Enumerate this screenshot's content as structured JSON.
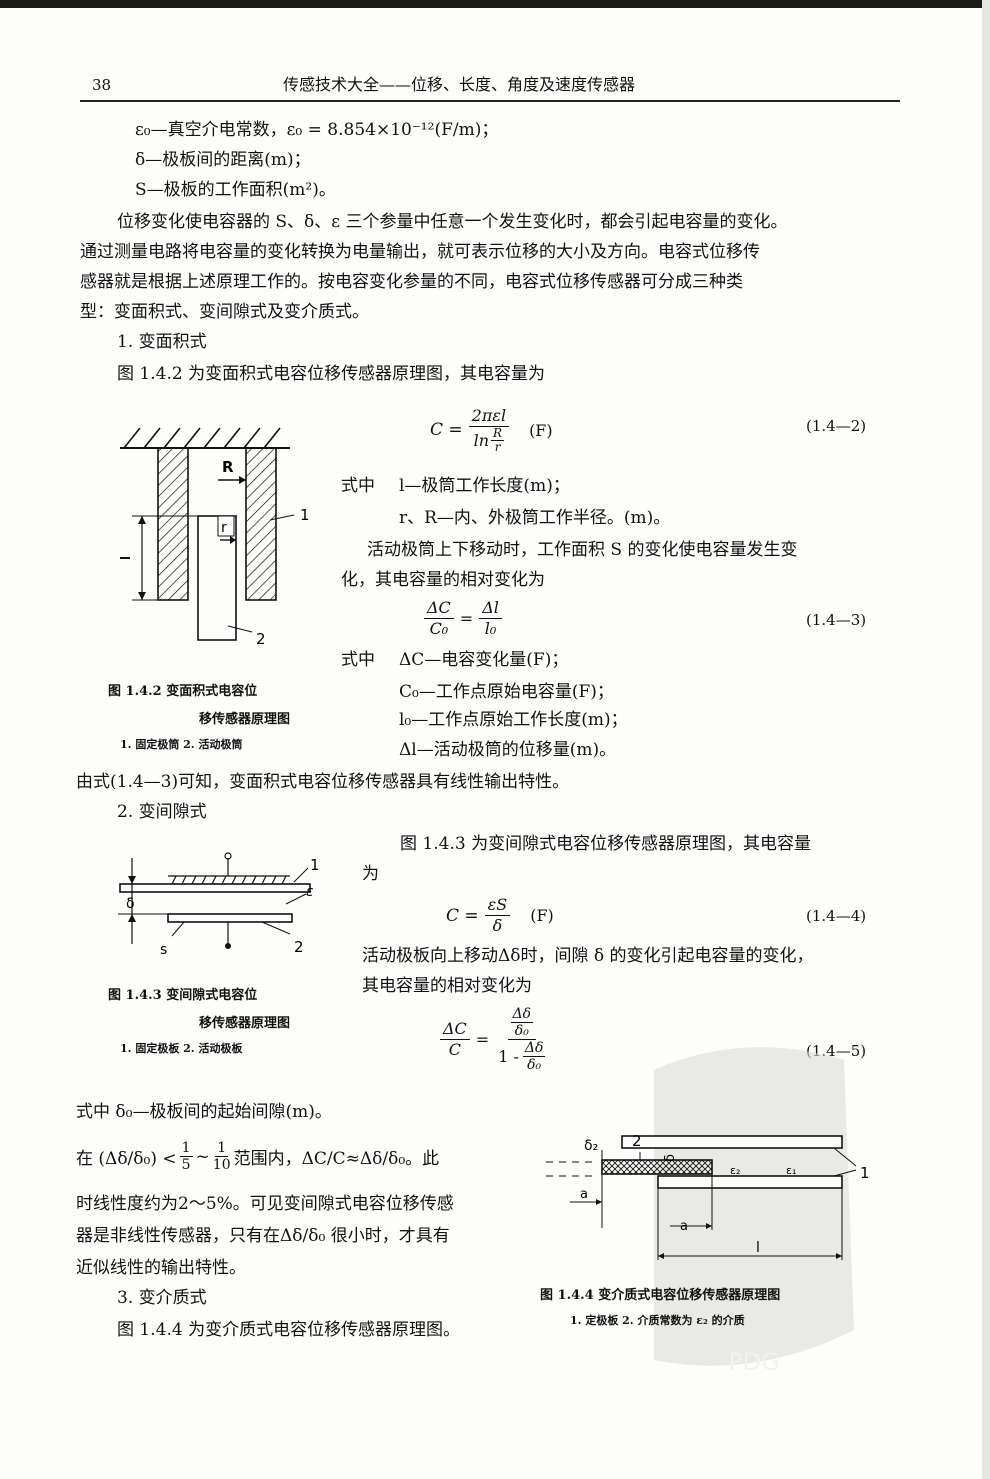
{
  "header": {
    "page_number": "38",
    "running_title": "传感技术大全——位移、长度、角度及速度传感器"
  },
  "defs": {
    "eps0": "ε₀—真空介电常数，ε₀ = 8.854×10⁻¹²(F/m)；",
    "delta": "δ—极板间的距离(m)；",
    "S": "S—极板的工作面积(m²)。"
  },
  "intro": {
    "line1": "位移变化使电容器的 S、δ、ε 三个参量中任意一个发生变化时，都会引起电容量的变化。",
    "line2": "通过测量电路将电容量的变化转换为电量输出，就可表示位移的大小及方向。电容式位移传",
    "line3": "感器就是根据上述原理工作的。按电容变化参量的不同，电容式位移传感器可分成三种类",
    "line4": "型：变面积式、变间隙式及变介质式。"
  },
  "section1": {
    "heading": "1. 变面积式",
    "intro": "图 1.4.2 为变面积式电容位移传感器原理图，其电容量为",
    "eq2": {
      "lhs": "C =",
      "num": "2πεl",
      "den_ln": "ln",
      "den_R": "R",
      "den_r": "r",
      "unit": "(F)",
      "number": "(1.4—2)"
    },
    "where_label": "式中",
    "where_l": "l—极筒工作长度(m)；",
    "where_rR": "r、R—内、外极筒工作半径。(m)。",
    "para1": "活动极筒上下移动时，工作面积 S 的变化使电容量发生变",
    "para2": "化，其电容量的相对变化为",
    "eq3": {
      "lhs_num": "ΔC",
      "lhs_den": "C₀",
      "eq": "=",
      "rhs_num": "Δl",
      "rhs_den": "l₀",
      "number": "(1.4—3)"
    },
    "where2_label": "式中",
    "w_dC": "ΔC—电容变化量(F)；",
    "w_C0": "C₀—工作点原始电容量(F)；",
    "w_l0": "l₀—工作点原始工作长度(m)；",
    "w_dl": "Δl—活动极筒的位移量(m)。",
    "conclusion": "由式(1.4—3)可知，变面积式电容位移传感器具有线性输出特性。",
    "figure": {
      "caption1": "图 1.4.2  变面积式电容位",
      "caption2": "移传感器原理图",
      "legend": "1. 固定极筒  2. 活动极筒",
      "label_R": "R",
      "label_r": "r",
      "label_1": "1",
      "label_2": "2"
    }
  },
  "section2": {
    "heading": "2. 变间隙式",
    "intro1": "图 1.4.3 为变间隙式电容位移传感器原理图，其电容量",
    "intro2": "为",
    "eq4": {
      "lhs": "C =",
      "num": "εS",
      "den": "δ",
      "unit": "(F)",
      "number": "(1.4—4)"
    },
    "para1": "活动极板向上移动Δδ时，间隙 δ 的变化引起电容量的变化，",
    "para2": "其电容量的相对变化为",
    "eq5": {
      "lhs_num": "ΔC",
      "lhs_den": "C",
      "eq": "=",
      "n_num": "Δδ",
      "n_den": "δ₀",
      "d_one": "1 -",
      "d_num": "Δδ",
      "d_den": "δ₀",
      "number": "(1.4—5)"
    },
    "where": "式中  δ₀—极板间的起始间隙(m)。",
    "range_a": "在 (Δδ/δ₀) <",
    "range_f1_num": "1",
    "range_f1_den": "5",
    "range_tilde": "~",
    "range_f2_num": "1",
    "range_f2_den": "10",
    "range_b": "范围内，ΔC/C≈Δδ/δ₀。此",
    "p2": "时线性度约为2～5%。可见变间隙式电容位移传感",
    "p3": "器是非线性传感器，只有在Δδ/δ₀ 很小时，才具有",
    "p4": "近似线性的输出特性。",
    "figure": {
      "caption1": "图 1.4.3  变间隙式电容位",
      "caption2": "移传感器原理图",
      "legend": "1. 固定极板  2. 活动极板",
      "label_1": "1",
      "label_2": "2",
      "label_eps": "ε",
      "label_delta": "δ",
      "label_s": "s"
    }
  },
  "section3": {
    "heading": "3. 变介质式",
    "intro": "图 1.4.4 为变介质式电容位移传感器原理图。",
    "figure": {
      "caption": "图 1.4.4  变介质式电容位移传感器原理图",
      "legend": "1. 定极板  2. 介质常数为 ε₂ 的介质",
      "label_d2": "δ₂",
      "label_2": "2",
      "label_delta": "δ",
      "label_e2": "ε₂",
      "label_e1": "ε₁",
      "label_1": "1",
      "label_a1": "a",
      "label_a2": "a",
      "label_l": "l"
    }
  },
  "watermark": {
    "text": "PDG"
  }
}
